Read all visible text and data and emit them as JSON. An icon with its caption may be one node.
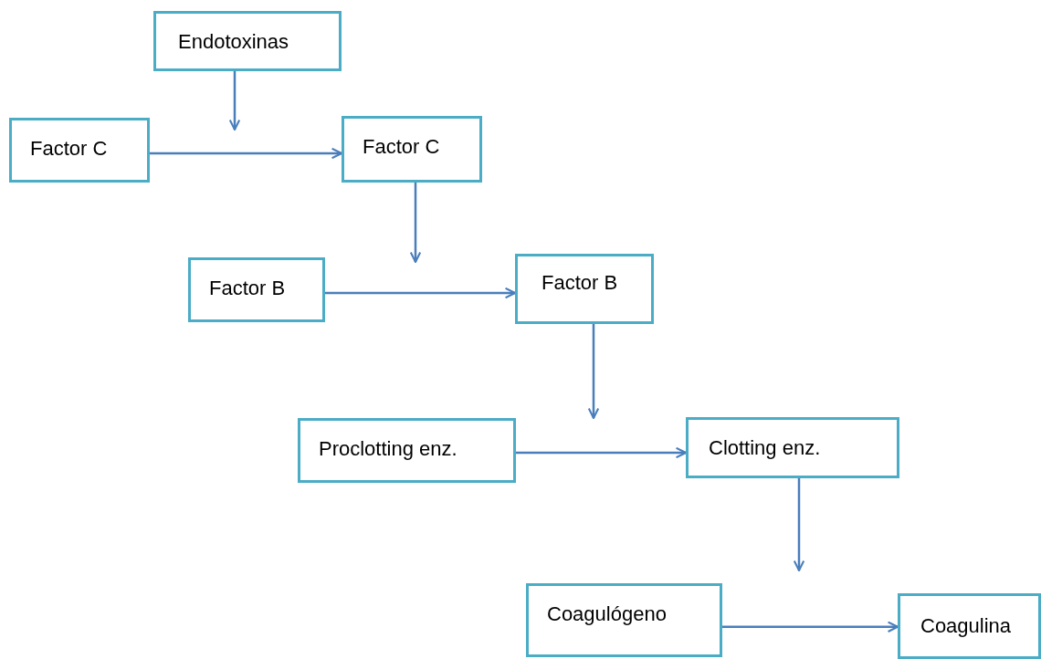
{
  "diagram": {
    "nodes": [
      {
        "text": [
          "Endotoxinas"
        ]
      },
      {
        "text": [
          "Factor C"
        ]
      },
      {
        "text": [
          "Factor C"
        ]
      },
      {
        "text": [
          "Factor B"
        ]
      },
      {
        "text": [
          "Factor B"
        ]
      },
      {
        "text": [
          "Proclotting enz."
        ]
      },
      {
        "text": [
          "Clotting enz."
        ]
      },
      {
        "text": [
          "Coagulógeno"
        ]
      },
      {
        "text": [
          "Coagulina"
        ]
      }
    ],
    "edges": [
      {
        "from": 0,
        "to": null,
        "arrow": "to"
      },
      {
        "from": 1,
        "to": 2,
        "arrow": "to"
      },
      {
        "from": 2,
        "to": null,
        "arrow": "to"
      },
      {
        "from": 3,
        "to": 4,
        "arrow": "to"
      },
      {
        "from": 4,
        "to": null,
        "arrow": "to"
      },
      {
        "from": 5,
        "to": 6,
        "arrow": "to"
      },
      {
        "from": 6,
        "to": null,
        "arrow": "to"
      },
      {
        "from": 7,
        "to": 8,
        "arrow": "to"
      }
    ]
  }
}
